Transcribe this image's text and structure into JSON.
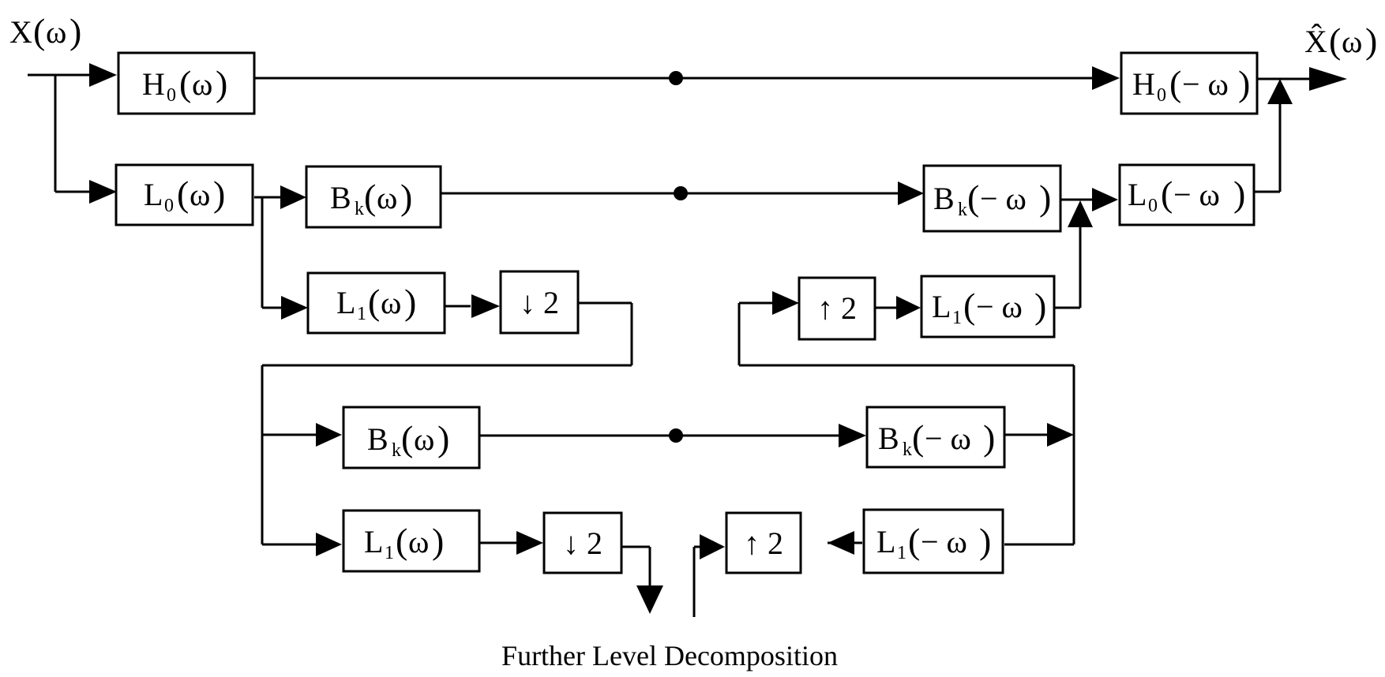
{
  "input_label": {
    "base": "X",
    "arg": "ω"
  },
  "output_label": {
    "base": "X̂",
    "arg": "ω"
  },
  "caption": "Further Level Decomposition",
  "blocks": {
    "h0_analysis": {
      "base": "H",
      "sub": "0",
      "arg": "ω"
    },
    "h0_synthesis": {
      "base": "H",
      "sub": "0",
      "arg": "− ω"
    },
    "l0_analysis": {
      "base": "L",
      "sub": "0",
      "arg": "ω"
    },
    "l0_synthesis": {
      "base": "L",
      "sub": "0",
      "arg": "− ω"
    },
    "bk_analysis_1": {
      "base": "B",
      "sub": "k",
      "arg": "ω"
    },
    "bk_synthesis_1": {
      "base": "B",
      "sub": "k",
      "arg": "− ω"
    },
    "l1_analysis_1": {
      "base": "L",
      "sub": "1",
      "arg": "ω"
    },
    "l1_synthesis_1": {
      "base": "L",
      "sub": "1",
      "arg": "− ω"
    },
    "down_1": "↓ 2",
    "up_1": "↑ 2",
    "bk_analysis_2": {
      "base": "B",
      "sub": "k",
      "arg": "ω"
    },
    "bk_synthesis_2": {
      "base": "B",
      "sub": "k",
      "arg": "− ω"
    },
    "l1_analysis_2": {
      "base": "L",
      "sub": "1",
      "arg": "ω"
    },
    "l1_synthesis_2": {
      "base": "L",
      "sub": "1",
      "arg": "− ω"
    },
    "down_2": "↓ 2",
    "up_2": "↑ 2"
  }
}
